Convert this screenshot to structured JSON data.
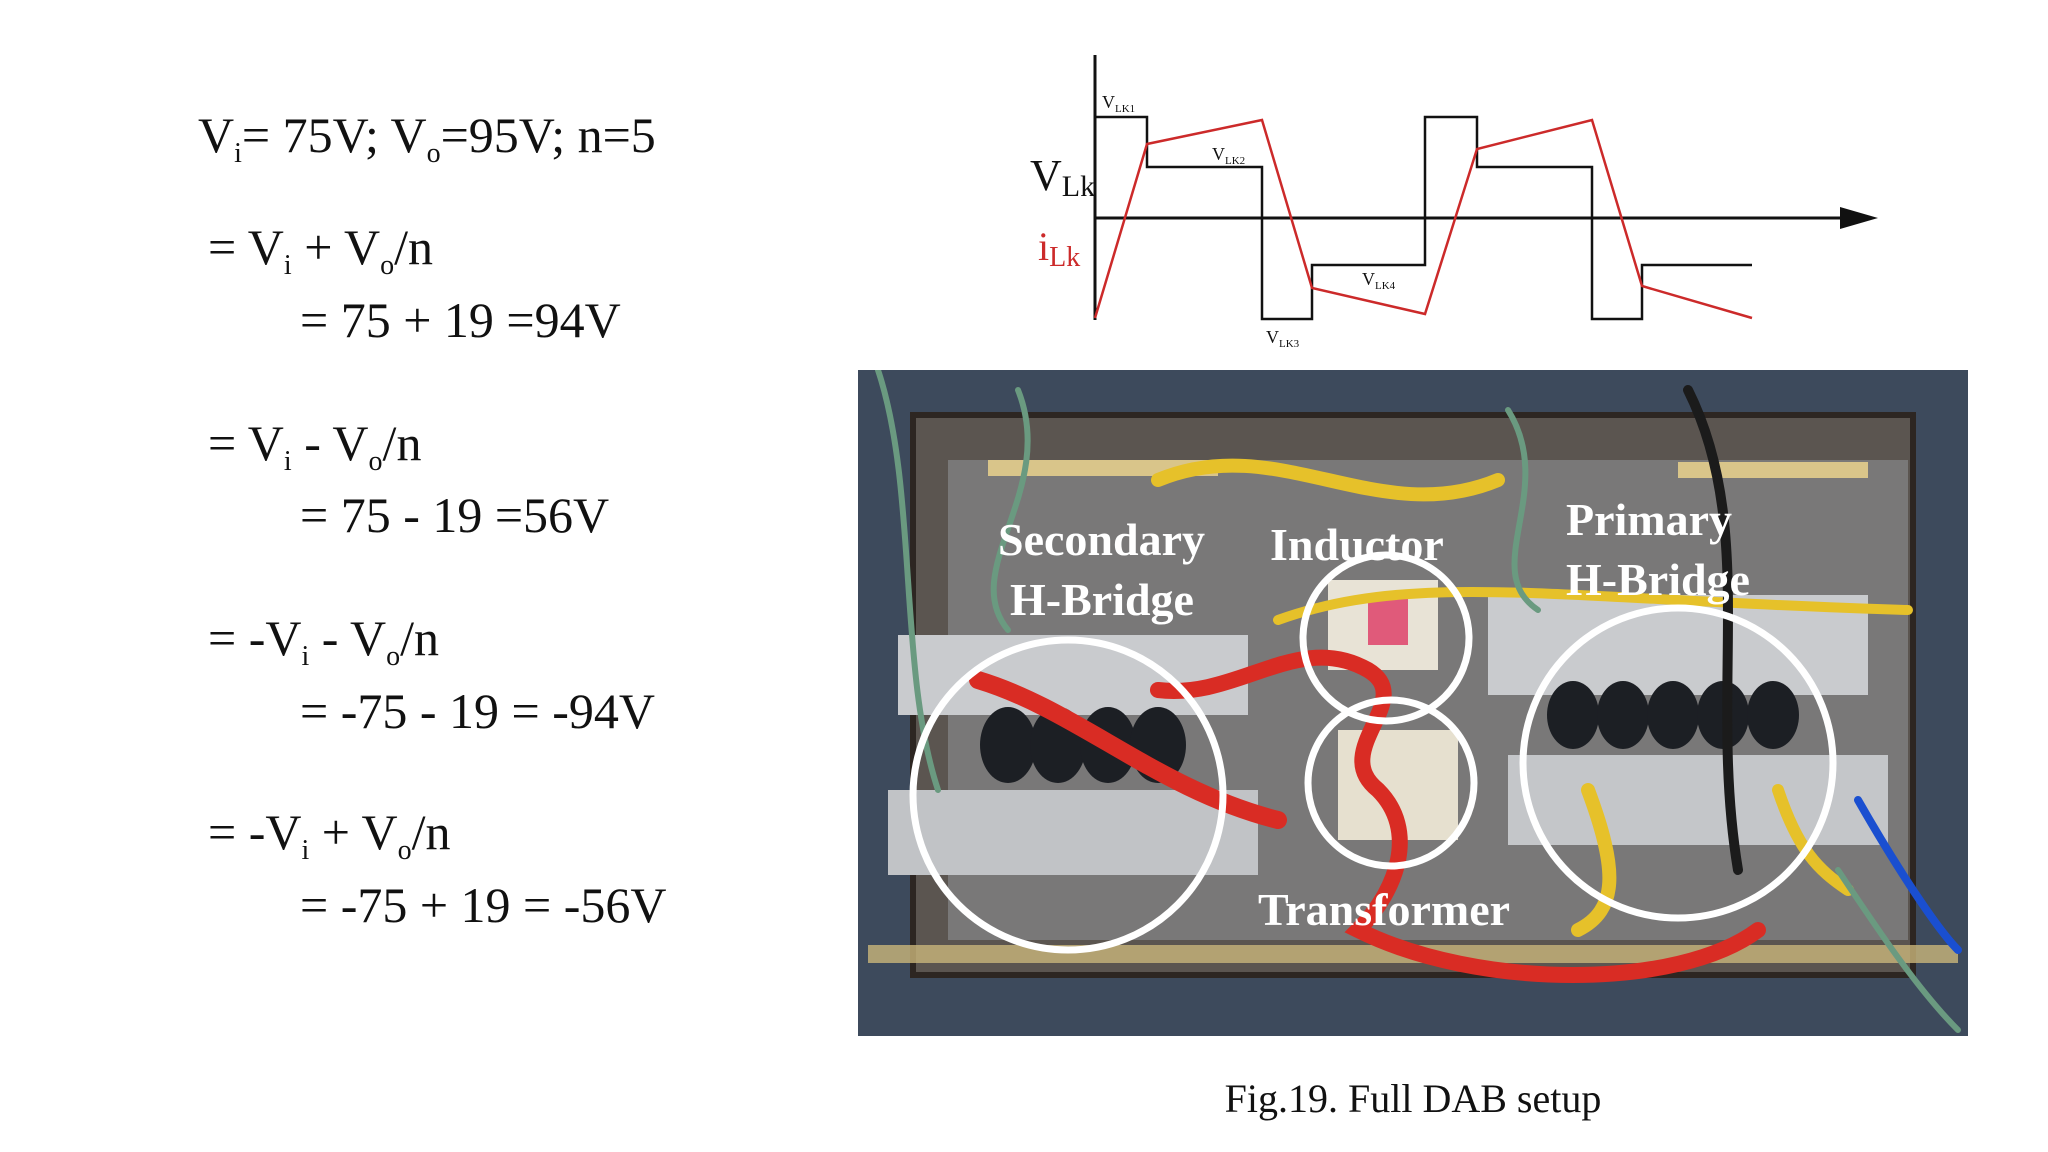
{
  "params": {
    "v1": "V",
    "v1_sub": "i",
    "v1_val": "= 75V; V",
    "v2_sub": "o",
    "v2_val": "=95V; n=5"
  },
  "equations": [
    {
      "prefix": "= V",
      "sub1": "i",
      "op": " + V",
      "sub2": "o",
      "suffix": "/n",
      "result": "= 75 + 19 =94V"
    },
    {
      "prefix": "= V",
      "sub1": "i",
      "op": " - V",
      "sub2": "o",
      "suffix": "/n",
      "result": "= 75 - 19 =56V"
    },
    {
      "prefix": "= -V",
      "sub1": "i",
      "op": " - V",
      "sub2": "o",
      "suffix": "/n",
      "result": "= -75 - 19 = -94V"
    },
    {
      "prefix": "= -V",
      "sub1": "i",
      "op": " + V",
      "sub2": "o",
      "suffix": "/n",
      "result": "= -75 + 19 = -56V"
    }
  ],
  "waveform": {
    "v_label": "V",
    "v_label_sub": "Lk",
    "i_label": "i",
    "i_label_sub": "Lk",
    "levels": [
      {
        "main": "V",
        "sub": "LK1"
      },
      {
        "main": "V",
        "sub": "LK2"
      },
      {
        "main": "V",
        "sub": "LK3"
      },
      {
        "main": "V",
        "sub": "LK4"
      }
    ],
    "colors": {
      "voltage": "#111111",
      "current": "#cc2a2a"
    }
  },
  "photo": {
    "labels": {
      "secondary_1": "Secondary",
      "secondary_2": "H-Bridge",
      "inductor": "Inductor",
      "primary_1": "Primary",
      "primary_2": "H-Bridge",
      "transformer": "Transformer"
    }
  },
  "caption": "Fig.19. Full DAB setup"
}
